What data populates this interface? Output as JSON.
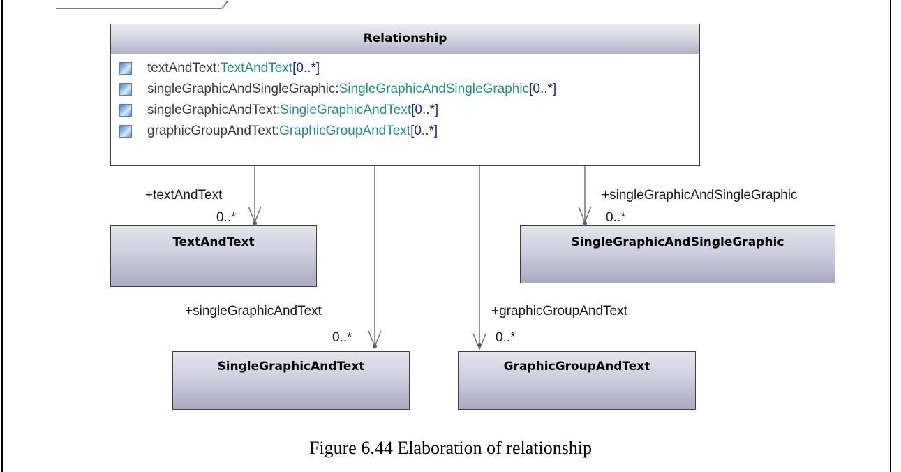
{
  "relationship": {
    "name": "Relationship",
    "attributes": [
      {
        "name": "textAndText",
        "type": "TextAndText",
        "mult": "[0..*]"
      },
      {
        "name": "singleGraphicAndSingleGraphic",
        "type": "SingleGraphicAndSingleGraphic",
        "mult": "[0..*]"
      },
      {
        "name": "singleGraphicAndText",
        "type": "SingleGraphicAndText",
        "mult": "[0..*]"
      },
      {
        "name": "graphicGroupAndText",
        "type": "GraphicGroupAndText",
        "mult": "[0..*]"
      }
    ]
  },
  "classes": {
    "textAndText": "TextAndText",
    "singleGraphicAndSingleGraphic": "SingleGraphicAndSingleGraphic",
    "singleGraphicAndText": "SingleGraphicAndText",
    "graphicGroupAndText": "GraphicGroupAndText"
  },
  "associations": {
    "textAndText": {
      "role": "+textAndText",
      "mult": "0..*"
    },
    "singleGraphicAndSingleGraphic": {
      "role": "+singleGraphicAndSingleGraphic",
      "mult": "0..*"
    },
    "singleGraphicAndText": {
      "role": "+singleGraphicAndText",
      "mult": "0..*"
    },
    "graphicGroupAndText": {
      "role": "+graphicGroupAndText",
      "mult": "0..*"
    }
  },
  "attribute_icon": "uml-attribute-icon",
  "colors": {
    "type_color": "#1f8e8e",
    "multiplicity_color": "#1a2a9a",
    "class_gradient_dark": "#a9a9c2"
  },
  "caption": "Figure 6.44 Elaboration of relationship"
}
